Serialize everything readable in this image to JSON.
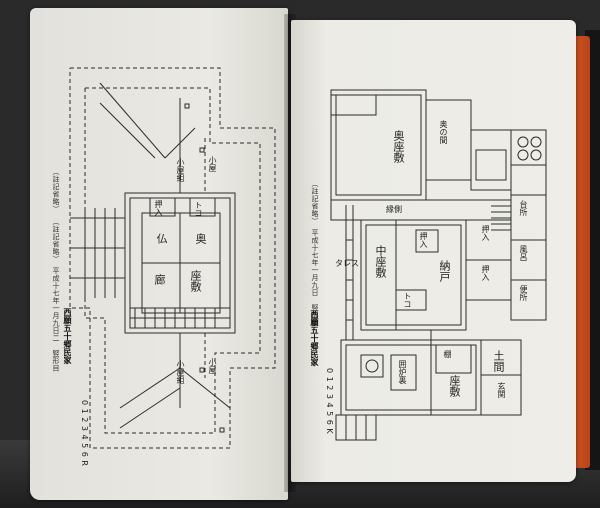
{
  "book": {
    "left_page": {
      "caption_prefix": "（註記省略）",
      "caption_main": "（註記省略）　平成十七年一月九日二　竪形目",
      "caption_bold": "西願五十郷民家",
      "scale_label": "0 1 2 3 4 5 6 R",
      "rooms": {
        "oshiire": "押入",
        "todo": "トコ",
        "bu_1": "仏",
        "oku": "奥",
        "zashiki": "座敷",
        "rou_1": "廊",
        "kura_1": "小屋組",
        "kura_2": "小屋組",
        "room_n": "小屋",
        "room_s": "小屋"
      }
    },
    "right_page": {
      "caption_main": "（註記省略）　平成十七年一月九日　竪形目",
      "caption_bold": "西願五十郷民家",
      "scale_label": "0 1 2 3 4 5 6 K",
      "rooms": {
        "oku_zashiki": "奥座敷",
        "okunoma": "奥の間",
        "engawa": "縁側",
        "tarezu": "タレス",
        "naka_zashiki": "中座敷",
        "nando": "納戸",
        "oshiire_1": "押入",
        "oshiire_2": "押入",
        "oshiire_3": "押入",
        "tokonoma": "トコ",
        "daidokoro": "台所",
        "doma": "土間",
        "genkan": "玄関",
        "zashiki_s": "座敷",
        "ofuro": "風呂",
        "benjo": "便所",
        "tanaoki": "棚",
        "irori": "囲炉裏"
      }
    }
  }
}
